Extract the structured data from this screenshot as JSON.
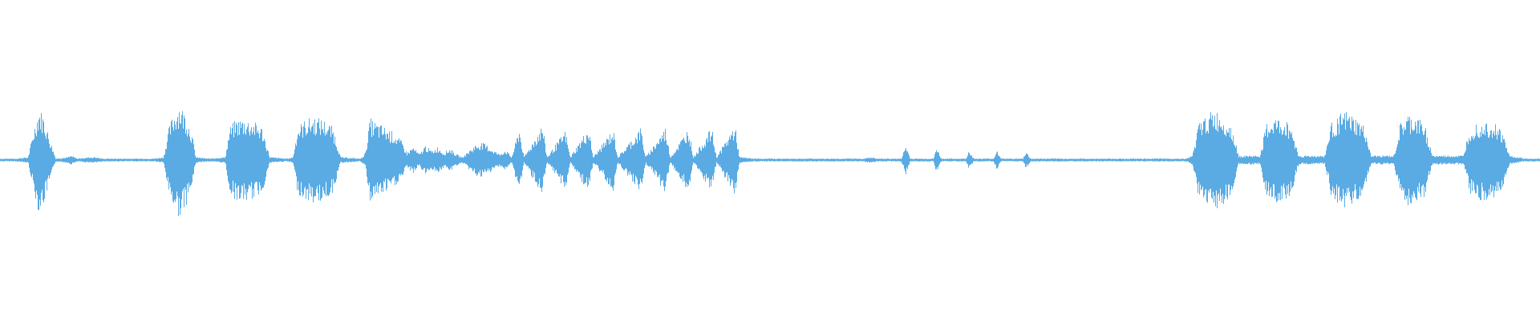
{
  "waveform": {
    "color": "#5aabe3",
    "peaks": [
      [
        0.0,
        0.01
      ],
      [
        0.01,
        0.01
      ],
      [
        0.018,
        0.02
      ],
      [
        0.022,
        0.22
      ],
      [
        0.025,
        0.35
      ],
      [
        0.028,
        0.3
      ],
      [
        0.032,
        0.15
      ],
      [
        0.036,
        0.01
      ],
      [
        0.044,
        0.02
      ],
      [
        0.046,
        0.03
      ],
      [
        0.05,
        0.01
      ],
      [
        0.058,
        0.02
      ],
      [
        0.062,
        0.02
      ],
      [
        0.066,
        0.01
      ],
      [
        0.075,
        0.01
      ],
      [
        0.1,
        0.01
      ],
      [
        0.106,
        0.02
      ],
      [
        0.109,
        0.2
      ],
      [
        0.112,
        0.3
      ],
      [
        0.116,
        0.38
      ],
      [
        0.12,
        0.32
      ],
      [
        0.124,
        0.2
      ],
      [
        0.127,
        0.02
      ],
      [
        0.135,
        0.01
      ],
      [
        0.146,
        0.02
      ],
      [
        0.149,
        0.22
      ],
      [
        0.153,
        0.27
      ],
      [
        0.158,
        0.28
      ],
      [
        0.164,
        0.26
      ],
      [
        0.17,
        0.22
      ],
      [
        0.175,
        0.02
      ],
      [
        0.186,
        0.01
      ],
      [
        0.19,
        0.02
      ],
      [
        0.193,
        0.22
      ],
      [
        0.198,
        0.27
      ],
      [
        0.204,
        0.29
      ],
      [
        0.21,
        0.27
      ],
      [
        0.216,
        0.22
      ],
      [
        0.221,
        0.02
      ],
      [
        0.234,
        0.01
      ],
      [
        0.237,
        0.05
      ],
      [
        0.24,
        0.28
      ],
      [
        0.244,
        0.25
      ],
      [
        0.25,
        0.22
      ],
      [
        0.256,
        0.18
      ],
      [
        0.261,
        0.12
      ],
      [
        0.264,
        0.05
      ],
      [
        0.268,
        0.09
      ],
      [
        0.272,
        0.04
      ],
      [
        0.276,
        0.1
      ],
      [
        0.28,
        0.06
      ],
      [
        0.284,
        0.09
      ],
      [
        0.288,
        0.05
      ],
      [
        0.292,
        0.08
      ],
      [
        0.296,
        0.04
      ],
      [
        0.3,
        0.02
      ],
      [
        0.304,
        0.06
      ],
      [
        0.308,
        0.1
      ],
      [
        0.312,
        0.12
      ],
      [
        0.316,
        0.1
      ],
      [
        0.32,
        0.07
      ],
      [
        0.324,
        0.04
      ],
      [
        0.328,
        0.07
      ],
      [
        0.332,
        0.02
      ],
      [
        0.337,
        0.22
      ],
      [
        0.34,
        0.02
      ],
      [
        0.352,
        0.24
      ],
      [
        0.355,
        0.02
      ],
      [
        0.367,
        0.2
      ],
      [
        0.37,
        0.02
      ],
      [
        0.382,
        0.22
      ],
      [
        0.385,
        0.02
      ],
      [
        0.398,
        0.21
      ],
      [
        0.401,
        0.02
      ],
      [
        0.416,
        0.22
      ],
      [
        0.419,
        0.02
      ],
      [
        0.432,
        0.22
      ],
      [
        0.435,
        0.02
      ],
      [
        0.447,
        0.22
      ],
      [
        0.45,
        0.02
      ],
      [
        0.462,
        0.22
      ],
      [
        0.465,
        0.02
      ],
      [
        0.477,
        0.24
      ],
      [
        0.48,
        0.02
      ],
      [
        0.49,
        0.01
      ],
      [
        0.5,
        0.01
      ],
      [
        0.52,
        0.01
      ],
      [
        0.54,
        0.01
      ],
      [
        0.56,
        0.01
      ],
      [
        0.566,
        0.02
      ],
      [
        0.569,
        0.01
      ],
      [
        0.585,
        0.01
      ],
      [
        0.588,
        0.1
      ],
      [
        0.591,
        0.01
      ],
      [
        0.606,
        0.01
      ],
      [
        0.608,
        0.09
      ],
      [
        0.611,
        0.01
      ],
      [
        0.627,
        0.01
      ],
      [
        0.629,
        0.07
      ],
      [
        0.632,
        0.01
      ],
      [
        0.645,
        0.01
      ],
      [
        0.647,
        0.07
      ],
      [
        0.65,
        0.01
      ],
      [
        0.664,
        0.01
      ],
      [
        0.666,
        0.06
      ],
      [
        0.669,
        0.01
      ],
      [
        0.69,
        0.01
      ],
      [
        0.71,
        0.01
      ],
      [
        0.73,
        0.01
      ],
      [
        0.75,
        0.01
      ],
      [
        0.77,
        0.01
      ],
      [
        0.774,
        0.03
      ],
      [
        0.778,
        0.24
      ],
      [
        0.783,
        0.3
      ],
      [
        0.788,
        0.33
      ],
      [
        0.794,
        0.3
      ],
      [
        0.8,
        0.22
      ],
      [
        0.804,
        0.03
      ],
      [
        0.818,
        0.03
      ],
      [
        0.822,
        0.24
      ],
      [
        0.827,
        0.28
      ],
      [
        0.832,
        0.27
      ],
      [
        0.838,
        0.24
      ],
      [
        0.843,
        0.03
      ],
      [
        0.86,
        0.03
      ],
      [
        0.864,
        0.24
      ],
      [
        0.869,
        0.3
      ],
      [
        0.874,
        0.32
      ],
      [
        0.88,
        0.28
      ],
      [
        0.886,
        0.22
      ],
      [
        0.89,
        0.03
      ],
      [
        0.905,
        0.03
      ],
      [
        0.909,
        0.24
      ],
      [
        0.914,
        0.3
      ],
      [
        0.919,
        0.29
      ],
      [
        0.925,
        0.24
      ],
      [
        0.93,
        0.03
      ],
      [
        0.95,
        0.03
      ],
      [
        0.954,
        0.22
      ],
      [
        0.959,
        0.26
      ],
      [
        0.964,
        0.27
      ],
      [
        0.97,
        0.25
      ],
      [
        0.975,
        0.2
      ],
      [
        0.98,
        0.03
      ],
      [
        0.99,
        0.01
      ],
      [
        1.0,
        0.01
      ]
    ]
  }
}
